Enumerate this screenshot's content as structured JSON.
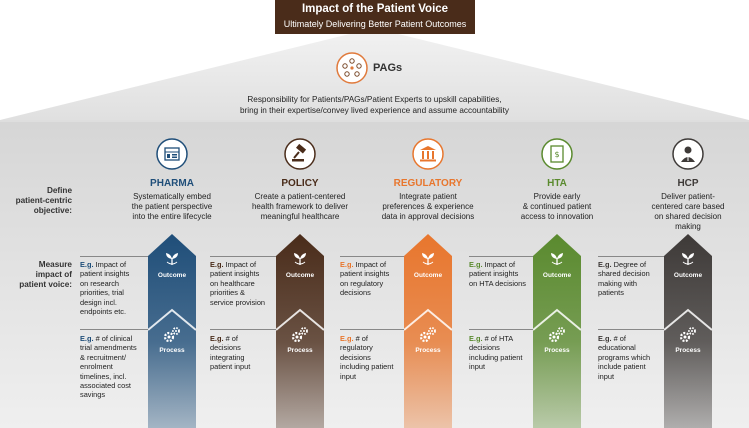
{
  "header": {
    "title": "Impact of the Patient Voice",
    "subtitle": "Ultimately Delivering Better Patient Outcomes"
  },
  "pags": {
    "label": "PAGs",
    "description_line1": "Responsibility for Patients/PAGs/Patient Experts to upskill capabilities,",
    "description_line2": "bring in their expertise/convey lived experience and assume accountability"
  },
  "sidebar": {
    "define_line1": "Define",
    "define_line2": "patient-centric",
    "define_line3": "objective:",
    "measure_line1": "Measure",
    "measure_line2": "impact of",
    "measure_line3": "patient voice:"
  },
  "arrow_labels": {
    "outcome": "Outcome",
    "process": "Process"
  },
  "columns": [
    {
      "title": "PHARMA",
      "color": "#1f4e79",
      "icon": "dashboard-icon",
      "objective": [
        "Systematically embed",
        "the patient perspective",
        "into the entire lifecycle"
      ],
      "outcome_eg": "E.g.",
      "outcome_text": [
        "Impact of",
        "patient insights",
        "on research",
        "priorities, trial",
        "design incl.",
        "endpoints etc."
      ],
      "process_eg": "E.g.",
      "process_text": [
        "# of clinical",
        "trial amendments",
        "& recruitment/",
        "enrolment",
        "timelines, incl.",
        "associated cost",
        "savings"
      ]
    },
    {
      "title": "POLICY",
      "color": "#4a2c1a",
      "icon": "gavel-icon",
      "objective": [
        "Create a patient-centered",
        "health framework to deliver",
        "meaningful healthcare"
      ],
      "outcome_eg": "E.g.",
      "outcome_text": [
        "Impact of",
        "patient insights",
        "on healthcare",
        "priorities &",
        "service provision"
      ],
      "process_eg": "E.g.",
      "process_text": [
        "# of",
        "decisions",
        "integrating",
        "patient input"
      ]
    },
    {
      "title": "REGULATORY",
      "color": "#e8762d",
      "icon": "institution-icon",
      "objective": [
        "Integrate patient",
        "preferences & experience",
        "data in approval decisions"
      ],
      "outcome_eg": "E.g.",
      "outcome_text": [
        "Impact of",
        "patient insights",
        "on regulatory",
        "decisions"
      ],
      "process_eg": "E.g.",
      "process_text": [
        "# of",
        "regulatory",
        "decisions",
        "including patient",
        "input"
      ]
    },
    {
      "title": "HTA",
      "color": "#5a8a2e",
      "icon": "document-icon",
      "objective": [
        "Provide early",
        "& continued patient",
        "access to innovation"
      ],
      "outcome_eg": "E.g.",
      "outcome_text": [
        "Impact of",
        "patient insights",
        "on HTA decisions"
      ],
      "process_eg": "E.g.",
      "process_text": [
        "# of HTA",
        "decisions",
        "including patient",
        "input"
      ]
    },
    {
      "title": "HCP",
      "color": "#3e3a38",
      "icon": "doctor-icon",
      "objective": [
        "Deliver patient-",
        "centered care based",
        "on shared decision",
        "making"
      ],
      "outcome_eg": "E.g.",
      "outcome_text": [
        "Degree of",
        "shared decision",
        "making with",
        "patients"
      ],
      "process_eg": "E.g.",
      "process_text": [
        "# of",
        "educational",
        "programs which",
        "include patient",
        "input"
      ]
    }
  ]
}
